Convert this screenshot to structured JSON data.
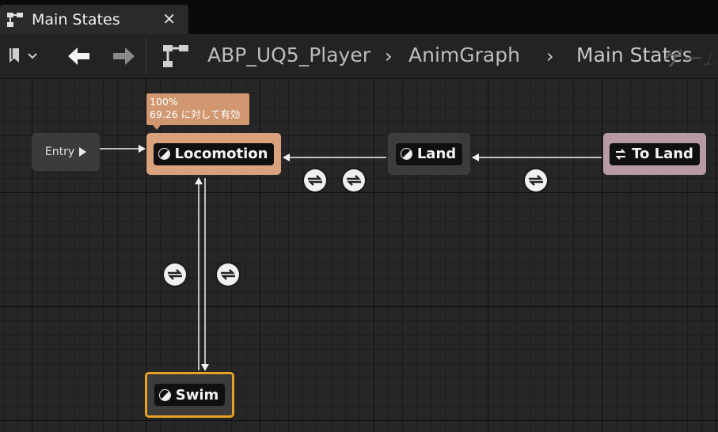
{
  "tab": {
    "title": "Main States",
    "close_glyph": "✕",
    "icon": "state-machine-icon"
  },
  "toolbar": {
    "bookmark_icon": "bookmark-icon",
    "back_icon": "arrow-left-icon",
    "forward_icon": "arrow-right-icon",
    "graph_icon": "state-machine-icon",
    "breadcrumbs": [
      "ABP_UQ5_Player",
      "AnimGraph",
      "Main States"
    ],
    "breadcrumb_separator": "›",
    "ghost_text": "ゲーム"
  },
  "graph": {
    "tooltip": {
      "line1": "100%",
      "line2": "69.26 に対して有効"
    },
    "nodes": {
      "entry": "Entry",
      "locomotion": "Locomotion",
      "land": "Land",
      "to_land": "To Land",
      "swim": "Swim"
    },
    "colors": {
      "active_state": "#d9a17c",
      "conduit": "#b79aa6",
      "state": "#3c3c3c",
      "selected_outline": "#e8a122",
      "canvas": "#262626",
      "wire": "#f2f2f2"
    }
  }
}
